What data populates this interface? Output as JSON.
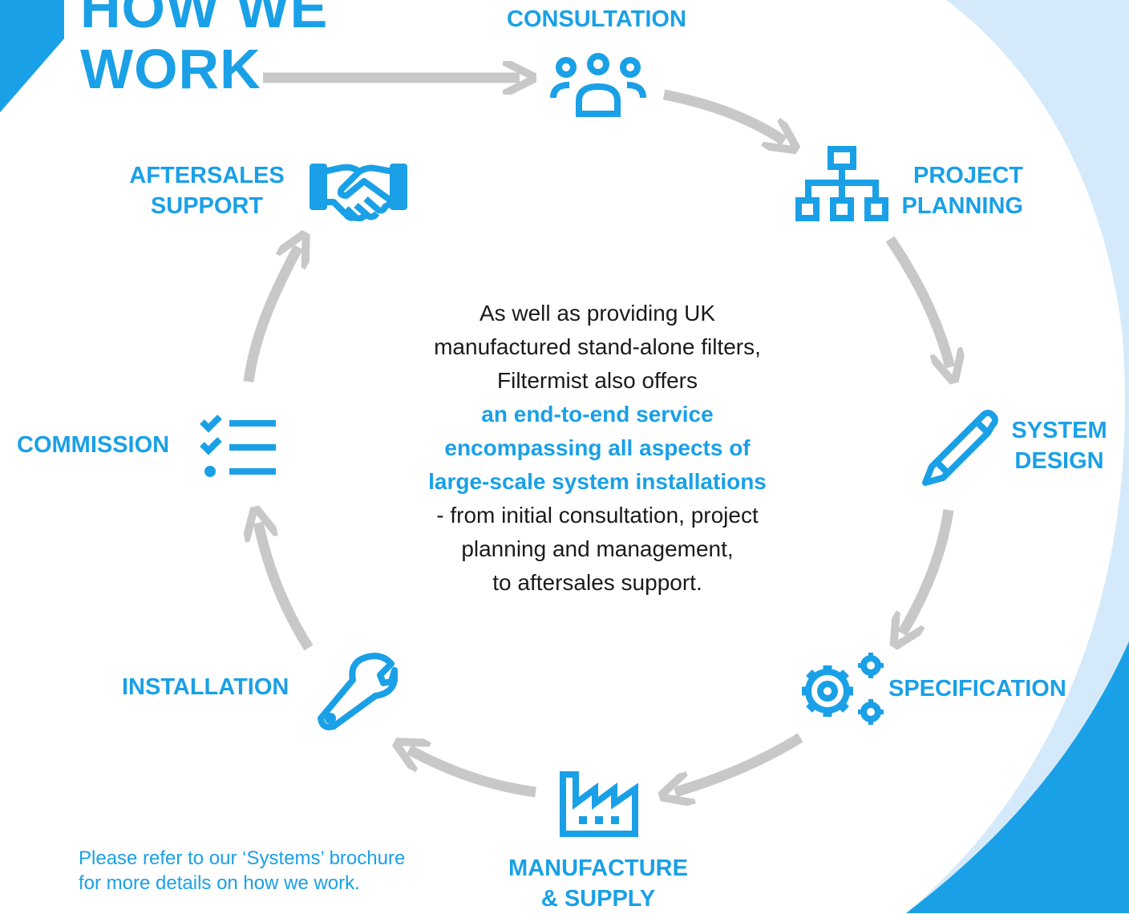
{
  "title": {
    "line1": "HOW WE",
    "line2": "WORK"
  },
  "steps": {
    "consultation": {
      "line1": "CONSULTATION"
    },
    "project_planning": {
      "line1": "PROJECT",
      "line2": "PLANNING"
    },
    "system_design": {
      "line1": "SYSTEM",
      "line2": "DESIGN"
    },
    "specification": {
      "line1": "SPECIFICATION"
    },
    "manufacture_supply": {
      "line1": "MANUFACTURE",
      "line2": "& SUPPLY"
    },
    "installation": {
      "line1": "INSTALLATION"
    },
    "commission": {
      "line1": "COMMISSION"
    },
    "aftersales_support": {
      "line1": "AFTERSALES",
      "line2": "SUPPORT"
    }
  },
  "center_text": {
    "line1": "As well as providing UK",
    "line2": "manufactured stand-alone filters,",
    "line3": "Filtermist also offers",
    "highlight1": "an end-to-end service",
    "highlight2": "encompassing all aspects of",
    "highlight3": "large-scale system installations",
    "line4": "- from initial consultation, project",
    "line5": "planning and management,",
    "line6": "to aftersales support."
  },
  "footer_note": {
    "line1": "Please refer to our ‘Systems’ brochure",
    "line2": "for more details on how we work."
  },
  "colors": {
    "brand_blue": "#1aa0e6",
    "light_blue": "#d4eafa",
    "arrow_gray": "#c8c8c8",
    "text_dark": "#1a1a1a"
  },
  "icons": [
    "people-group-icon",
    "org-chart-icon",
    "pencil-icon",
    "gears-icon",
    "factory-icon",
    "wrench-icon",
    "checklist-icon",
    "handshake-icon"
  ]
}
